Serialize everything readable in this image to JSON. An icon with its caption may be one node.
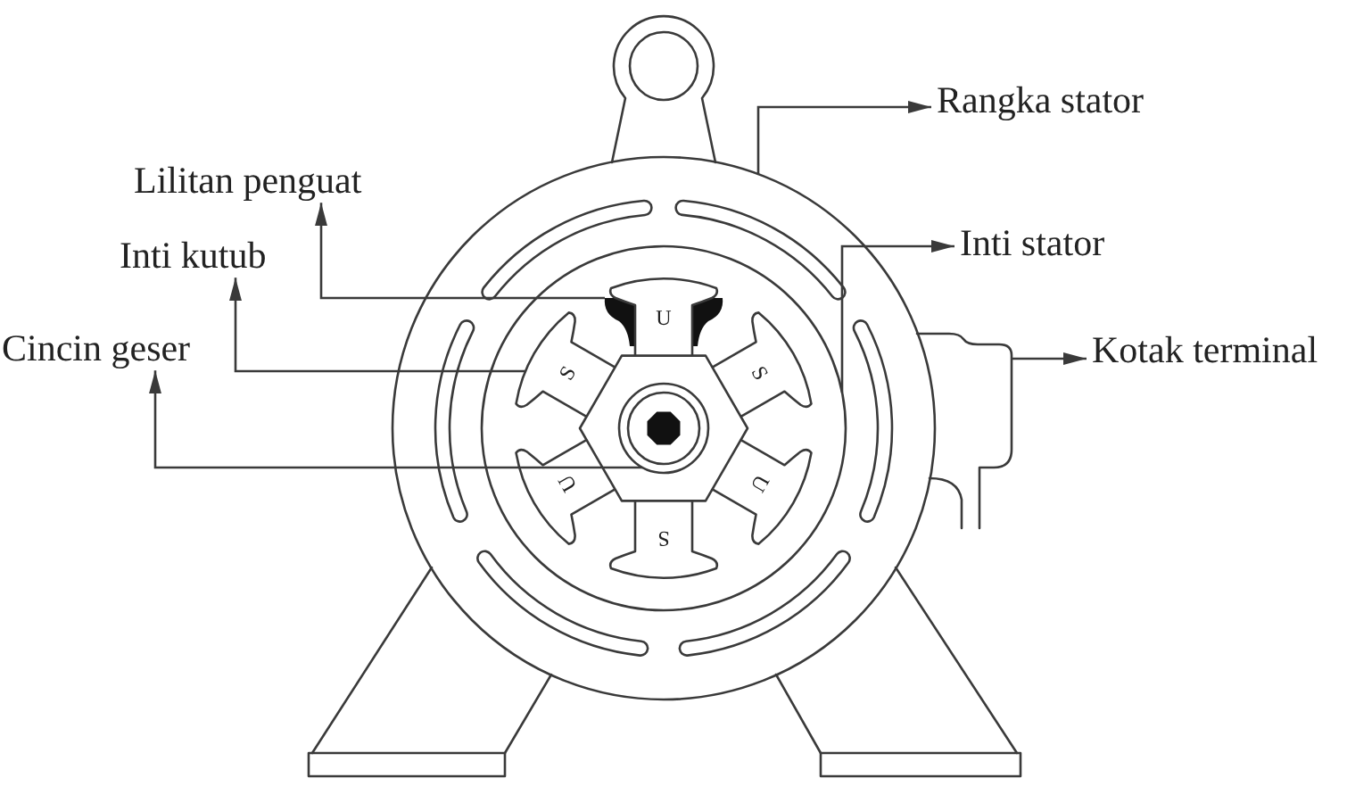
{
  "diagram": {
    "nodes": [
      {
        "text": [
          "Rangka stator"
        ]
      },
      {
        "text": [
          "Lilitan penguat"
        ]
      },
      {
        "text": [
          "Inti stator"
        ]
      },
      {
        "text": [
          "Inti kutub"
        ]
      },
      {
        "text": [
          "Cincin geser"
        ]
      },
      {
        "text": [
          "Kotak terminal"
        ]
      },
      {
        "text": [],
        "shape": "picture"
      },
      {
        "text": [],
        "shape": "picture",
        "in": 6
      },
      {
        "text": [],
        "shape": "picture",
        "in": 7
      },
      {
        "text": [],
        "shape": "picture",
        "in": 7
      },
      {
        "text": [],
        "shape": "picture",
        "in": 7
      },
      {
        "text": [],
        "shape": "picture"
      }
    ],
    "edges": [
      {
        "from": 6,
        "to": 0,
        "arrow": "to"
      },
      {
        "from": 8,
        "to": 1,
        "arrow": "to"
      },
      {
        "from": 7,
        "to": 2,
        "arrow": "to"
      },
      {
        "from": 9,
        "to": 3,
        "arrow": "to"
      },
      {
        "from": 10,
        "to": 4,
        "arrow": "to"
      },
      {
        "from": 11,
        "to": 5,
        "arrow": "to"
      }
    ],
    "labels": [
      "U",
      "S",
      "S",
      "U",
      "U",
      "S"
    ]
  }
}
